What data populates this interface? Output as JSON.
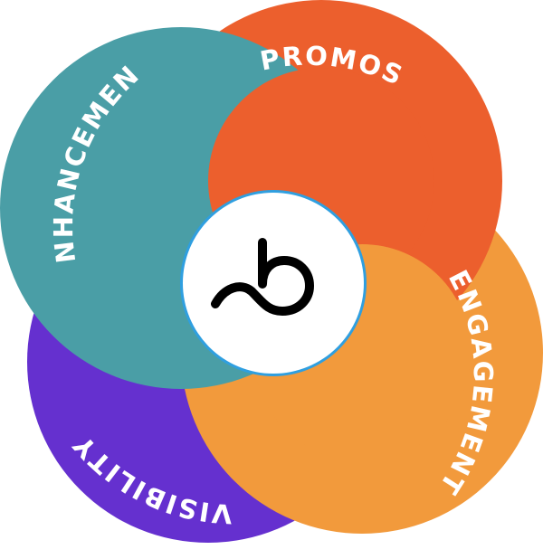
{
  "diagram": {
    "segments": [
      {
        "id": "enhancement",
        "label": "ENHANCEMENT",
        "color": "#4a9ea6"
      },
      {
        "id": "promos",
        "label": "PROMOS",
        "color": "#ec5f2d"
      },
      {
        "id": "engagement",
        "label": "ENGAGEMENT",
        "color": "#f29a3c"
      },
      {
        "id": "visibility",
        "label": "VISIBILITY",
        "color": "#6530cf"
      }
    ],
    "center": {
      "logo": "brand-b-logo-icon",
      "fill": "#ffffff",
      "ring_color": "#2f9fe0",
      "stroke_color": "#000000"
    }
  }
}
